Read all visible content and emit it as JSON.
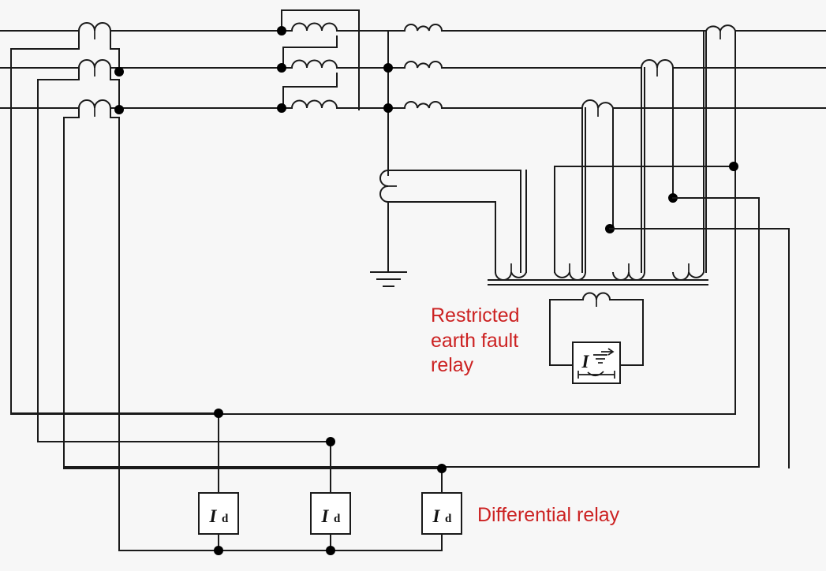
{
  "diagram": {
    "title": "Transformer differential protection with restricted earth fault",
    "background_color": "#f7f7f7",
    "wire_color": "#1a1a1a",
    "annotation_color": "#cc2222"
  },
  "annotations": {
    "ref_line1": "Restricted",
    "ref_line2": "earth fault",
    "ref_line3": "relay",
    "differential": "Differential relay"
  },
  "relays": {
    "differential": [
      {
        "symbol": "I",
        "subscript": "d"
      },
      {
        "symbol": "I",
        "subscript": "d"
      },
      {
        "symbol": "I",
        "subscript": "d"
      }
    ],
    "ref_element": {
      "symbol": "I",
      "annotation": "earth-overcurrent-arrow",
      "contact": "normally-open-contact"
    }
  },
  "components": {
    "phase_lines": 3,
    "left_ct_count": 3,
    "right_ct_count": 3,
    "ref_ct_group_count": 4,
    "neutral_ct_count": 1,
    "transformer": {
      "primary_connection": "delta",
      "secondary_connection": "star",
      "primary_windings": 3,
      "secondary_windings": 3
    },
    "earth_symbol": "ground-icon"
  }
}
